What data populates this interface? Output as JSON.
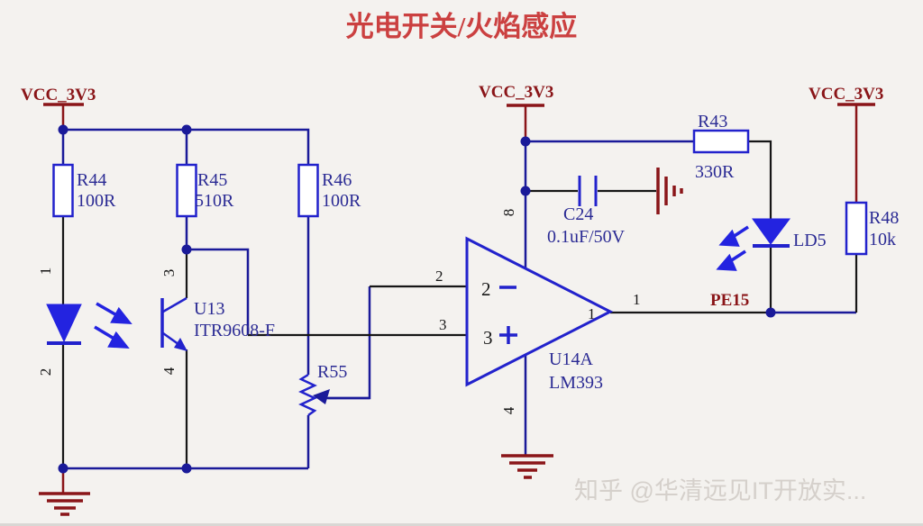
{
  "schematic": {
    "title": "光电开关/火焰感应",
    "power": {
      "left": "VCC_3V3",
      "middle": "VCC_3V3",
      "right": "VCC_3V3"
    },
    "net": {
      "pe15": "PE15"
    },
    "components": {
      "r44": {
        "ref": "R44",
        "value": "100R"
      },
      "r45": {
        "ref": "R45",
        "value": "510R"
      },
      "r46": {
        "ref": "R46",
        "value": "100R"
      },
      "r43": {
        "ref": "R43",
        "value": "330R"
      },
      "r48": {
        "ref": "R48",
        "value": "10k"
      },
      "r55": {
        "ref": "R55"
      },
      "c24": {
        "ref": "C24",
        "value": "0.1uF/50V"
      },
      "u13": {
        "ref": "U13",
        "value": "ITR9608-F",
        "pins": {
          "p1": "1",
          "p2": "2",
          "p3": "3",
          "p4": "4"
        }
      },
      "u14": {
        "ref": "U14A",
        "value": "LM393",
        "pins": {
          "out": "1",
          "inv": "2",
          "ninv": "3",
          "gnd": "4",
          "vcc": "8"
        }
      },
      "ld5": {
        "ref": "LD5"
      }
    },
    "watermark": "知乎 @华清远见IT开放实..."
  },
  "colors": {
    "background": "#f4f2ef",
    "wire_blue": "#1a1a99",
    "pin_black": "#161616",
    "component_blue": "#2222cc",
    "led_fill_blue": "#2323e0",
    "label_navy": "#2b2b94",
    "power_maroon": "#8a1518",
    "title_red": "#cb4040",
    "watermark_gray": "#d5d0cb"
  }
}
